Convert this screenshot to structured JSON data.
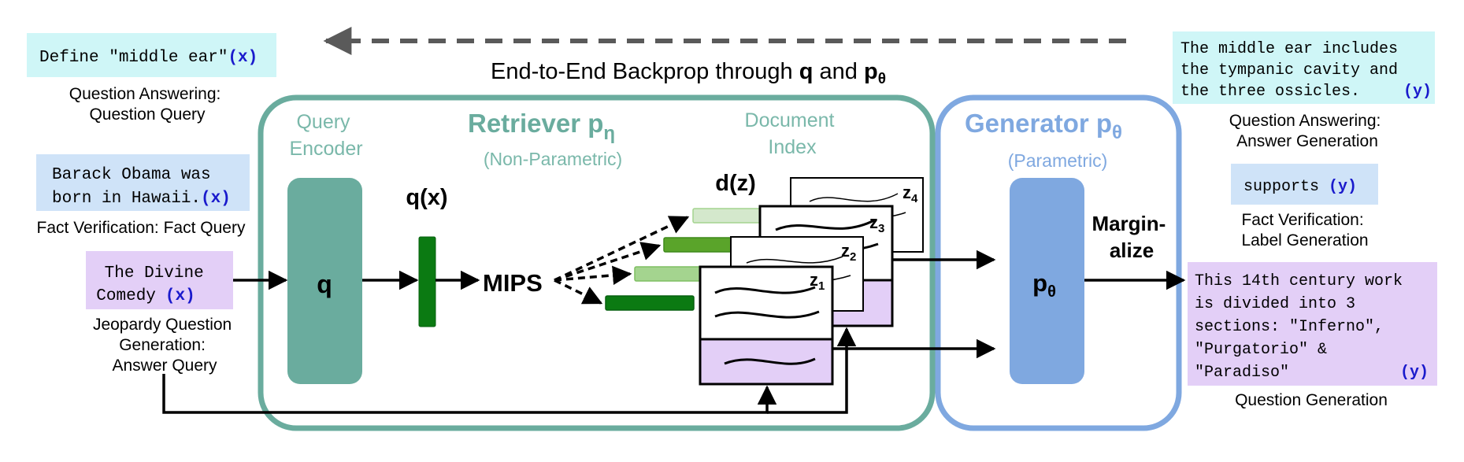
{
  "backprop": {
    "prefix": "End-to-End Backprop through ",
    "q": "q",
    "and": " and ",
    "p": "p",
    "theta": "θ"
  },
  "left_inputs": [
    {
      "lines": [
        "Define \"middle ear\""
      ],
      "var": "(x)",
      "color": "#cff6f7",
      "caption": [
        "Question Answering:",
        "Question Query"
      ]
    },
    {
      "lines": [
        "Barack Obama was",
        "born in Hawaii."
      ],
      "var": "(x)",
      "color": "#cfe3f8",
      "caption": [
        "Fact Verification: Fact Query"
      ]
    },
    {
      "lines": [
        "The Divine",
        "Comedy"
      ],
      "var": "(x)",
      "color": "#e3cff7",
      "caption": [
        "Jeopardy Question",
        "Generation:",
        "Answer Query"
      ]
    }
  ],
  "retriever": {
    "query_encoder": [
      "Query",
      "Encoder"
    ],
    "title": "Retriever p",
    "subscript": "η",
    "subtitle": "(Non-Parametric)",
    "document_index": [
      "Document",
      "Index"
    ],
    "encoder_symbol": "q",
    "qx_label": "q(x)",
    "mips_label": "MIPS",
    "dz_label": "d(z)",
    "docs": [
      {
        "z": "z",
        "sub": "4"
      },
      {
        "z": "z",
        "sub": "3"
      },
      {
        "z": "z",
        "sub": "2"
      },
      {
        "z": "z",
        "sub": "1"
      }
    ]
  },
  "generator": {
    "title": "Generator p",
    "subscript": "θ",
    "subtitle": "(Parametric)",
    "symbol": "p",
    "symbol_sub": "θ",
    "marginalize": [
      "Margin-",
      "alize"
    ]
  },
  "right_outputs": [
    {
      "lines": [
        "The middle ear includes",
        "the tympanic cavity and",
        "the three ossicles."
      ],
      "var": "(y)",
      "color": "#cff6f7",
      "caption": [
        "Question Answering:",
        "Answer Generation"
      ]
    },
    {
      "lines": [
        "supports"
      ],
      "var": "(y)",
      "color": "#cfe3f8",
      "caption": [
        "Fact Verification:",
        "Label Generation"
      ]
    },
    {
      "lines": [
        "This 14th century work",
        "is divided into 3",
        "sections: \"Inferno\",",
        "\"Purgatorio\" &",
        "\"Paradiso\""
      ],
      "var": "(y)",
      "color": "#e3cff7",
      "caption": [
        "Question Generation"
      ]
    }
  ],
  "colors": {
    "retriever": "#6aac9e",
    "retriever_text": "#7ab8aa",
    "generator": "#7fa8e0",
    "generator_text": "#7fa8e0",
    "var_blue": "#1a1acc",
    "bar_dark": "#0b7a12",
    "bar_mid": "#5aa42a",
    "bar_light": "#a4d48f",
    "bar_pale": "#d4e8cc",
    "doc_purple": "#e3cff7",
    "arrow_gray": "#5a5a5a"
  }
}
